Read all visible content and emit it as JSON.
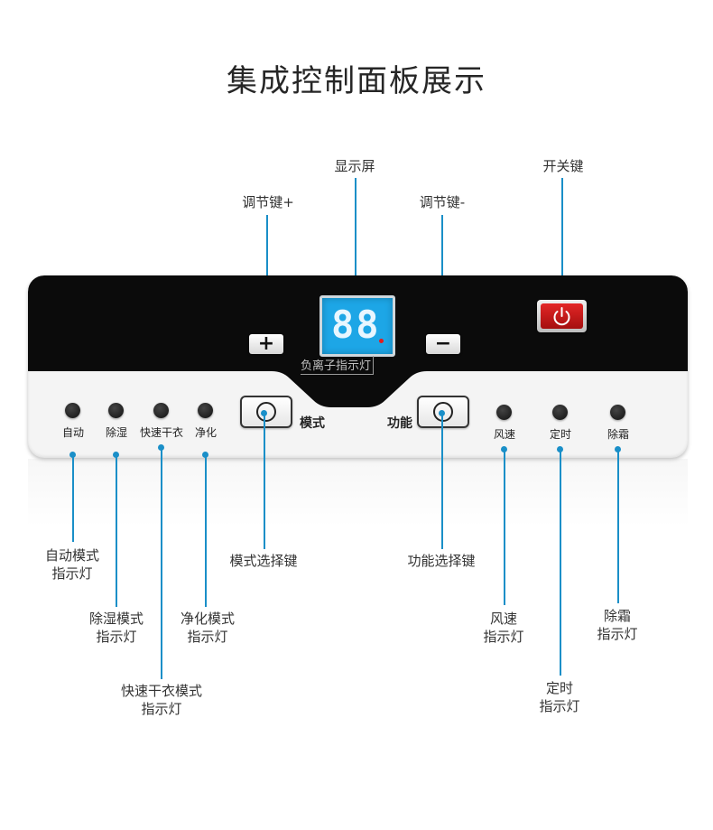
{
  "title": "集成控制面板展示",
  "callouts": {
    "display": "显示屏",
    "power": "开关键",
    "adjust_plus": "调节键+",
    "adjust_minus": "调节键-",
    "mode_key": "模式选择键",
    "function_key": "功能选择键",
    "auto_indicator": "自动模式\n指示灯",
    "dehumidify_indicator": "除湿模式\n指示灯",
    "quick_dry_indicator": "快速干衣模式\n指示灯",
    "purify_indicator": "净化模式\n指示灯",
    "wind_speed_indicator": "风速\n指示灯",
    "timer_indicator": "定时\n指示灯",
    "defrost_indicator": "除霜\n指示灯"
  },
  "panel": {
    "display_digits": "88",
    "ion_label": "负离子指示灯",
    "plus_symbol": "+",
    "minus_symbol": "−",
    "mode_label": "模式",
    "function_label": "功能",
    "leds": {
      "auto": "自动",
      "dehumidify": "除湿",
      "quick_dry": "快速干衣",
      "purify": "净化",
      "wind_speed": "风速",
      "timer": "定时",
      "defrost": "除霜"
    }
  },
  "colors": {
    "leader_line": "#1a8fc8",
    "display": "#1da6e6",
    "power_button": "#d81c1c",
    "panel_black": "#0b0b0b"
  }
}
